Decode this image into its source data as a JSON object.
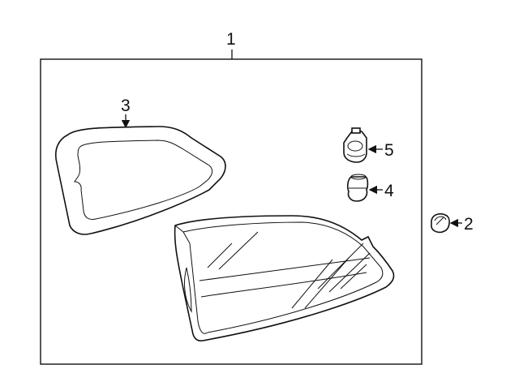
{
  "callouts": {
    "assembly": "1",
    "clip": "2",
    "gasket": "3",
    "bulb": "4",
    "socket": "5"
  }
}
